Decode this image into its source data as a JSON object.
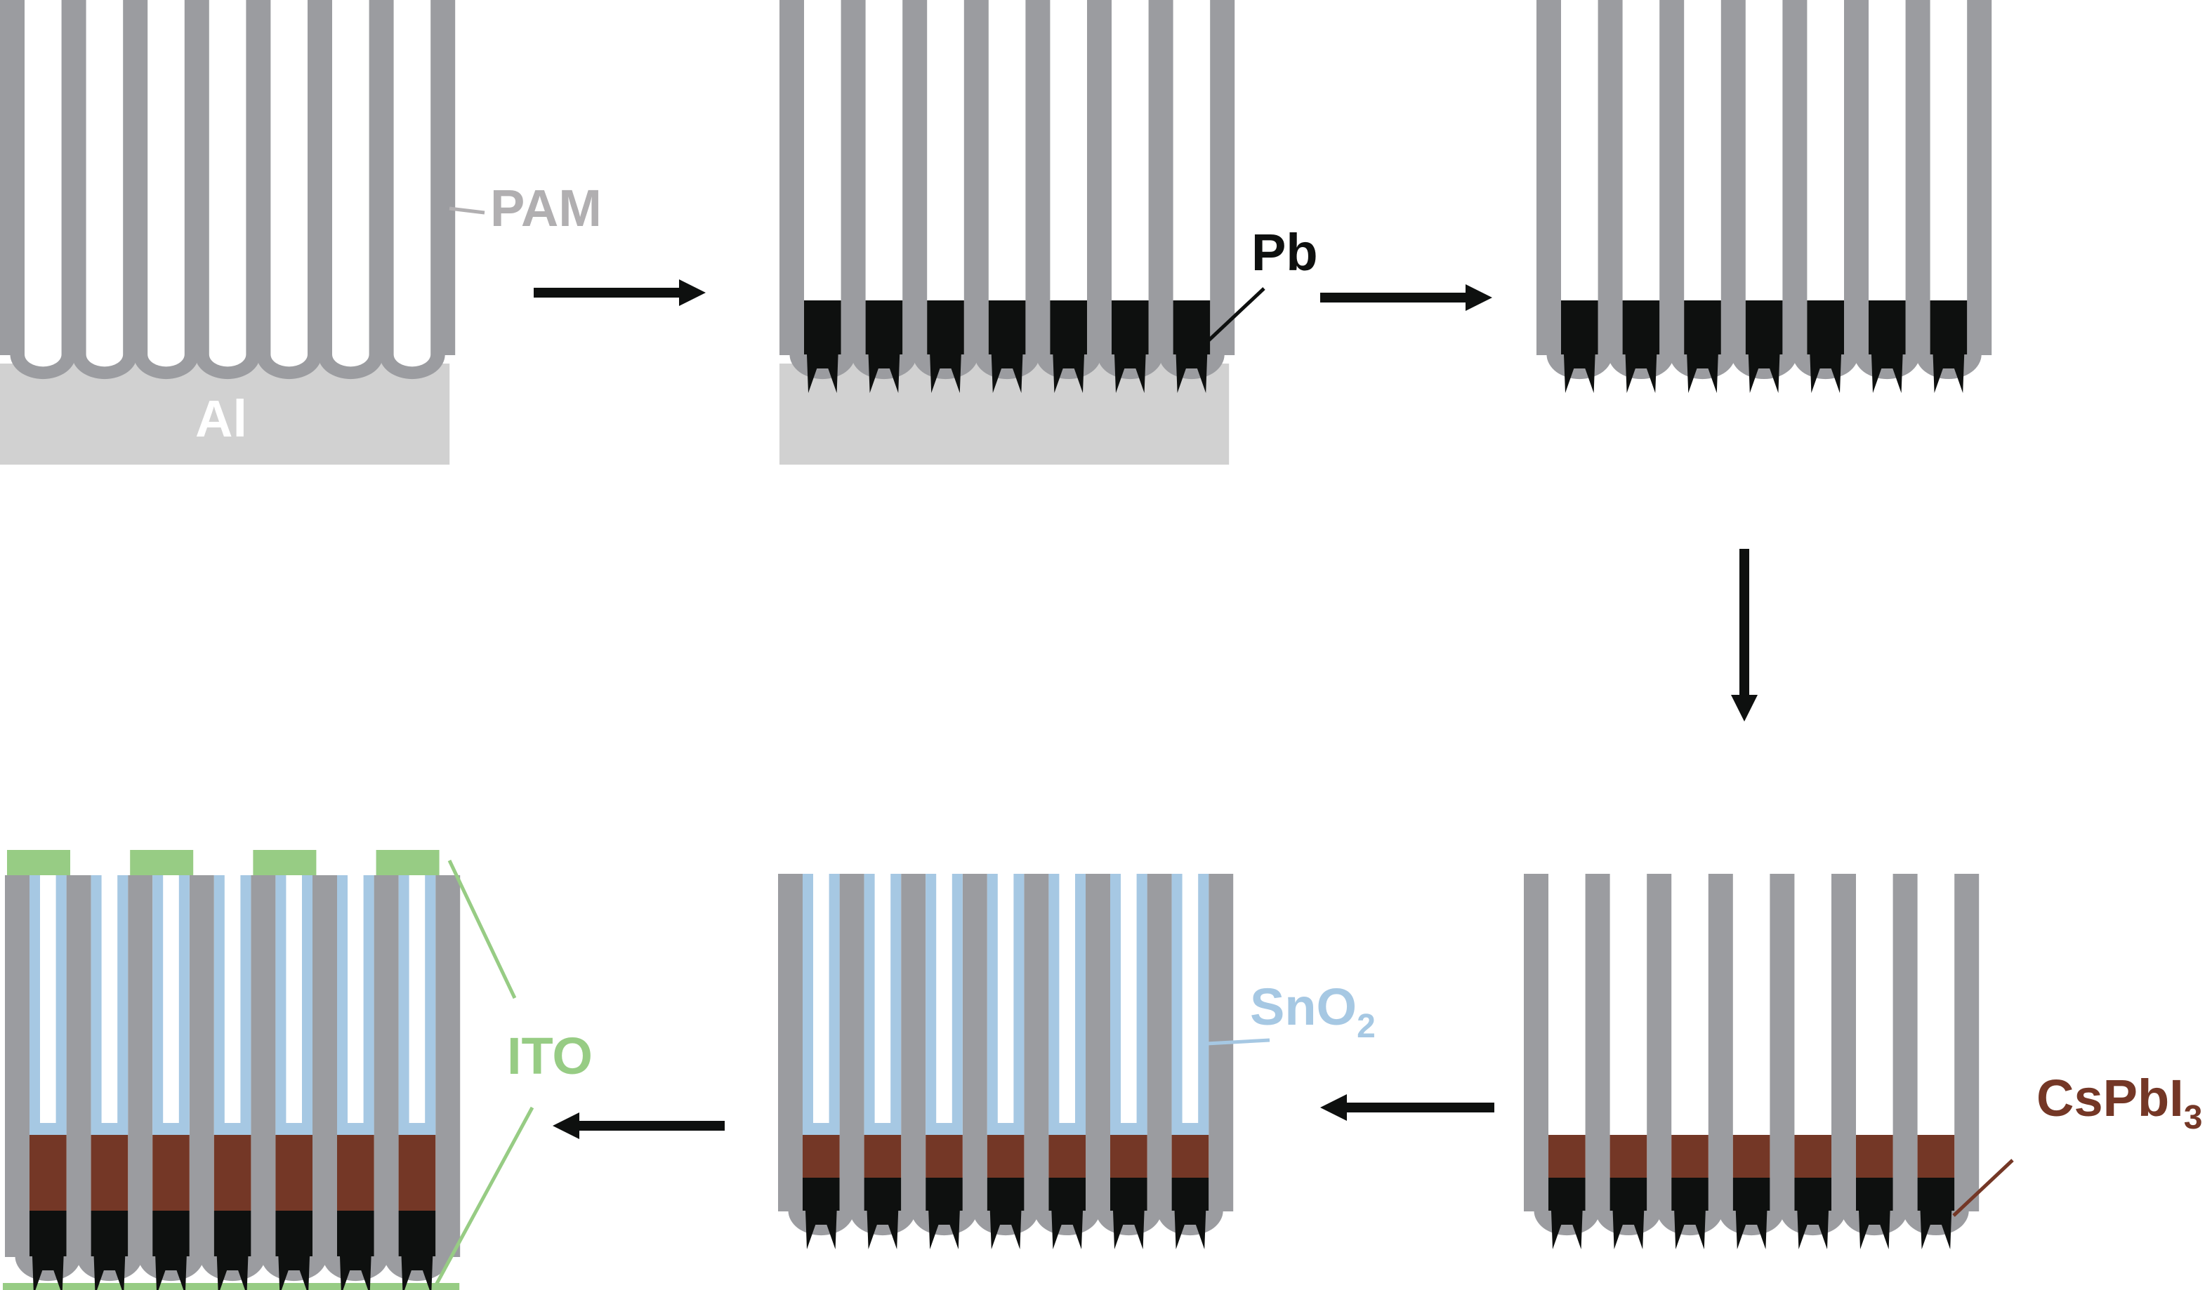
{
  "colors": {
    "pam": "#9b9ca0",
    "al": "#d1d1d1",
    "pb": "#0e100f",
    "cspbi3": "#743726",
    "sno2": "#a6c8e3",
    "ito": "#97cc84",
    "arrow": "#0e100f",
    "pam_label": "#b1afb1"
  },
  "labels": {
    "pam": "PAM",
    "al": "Al",
    "pb": "Pb",
    "sno2_main": "SnO",
    "sno2_sub": "2",
    "cspbi3_main": "CsPbI",
    "cspbi3_sub": "3",
    "ito": "ITO"
  },
  "steps": [
    {
      "name": "pam-on-al"
    },
    {
      "name": "pb-deposited"
    },
    {
      "name": "al-removed"
    },
    {
      "name": "cspbi3-converted"
    },
    {
      "name": "sno2-coated"
    },
    {
      "name": "ito-contacts"
    }
  ],
  "pores_per_panel": 7
}
